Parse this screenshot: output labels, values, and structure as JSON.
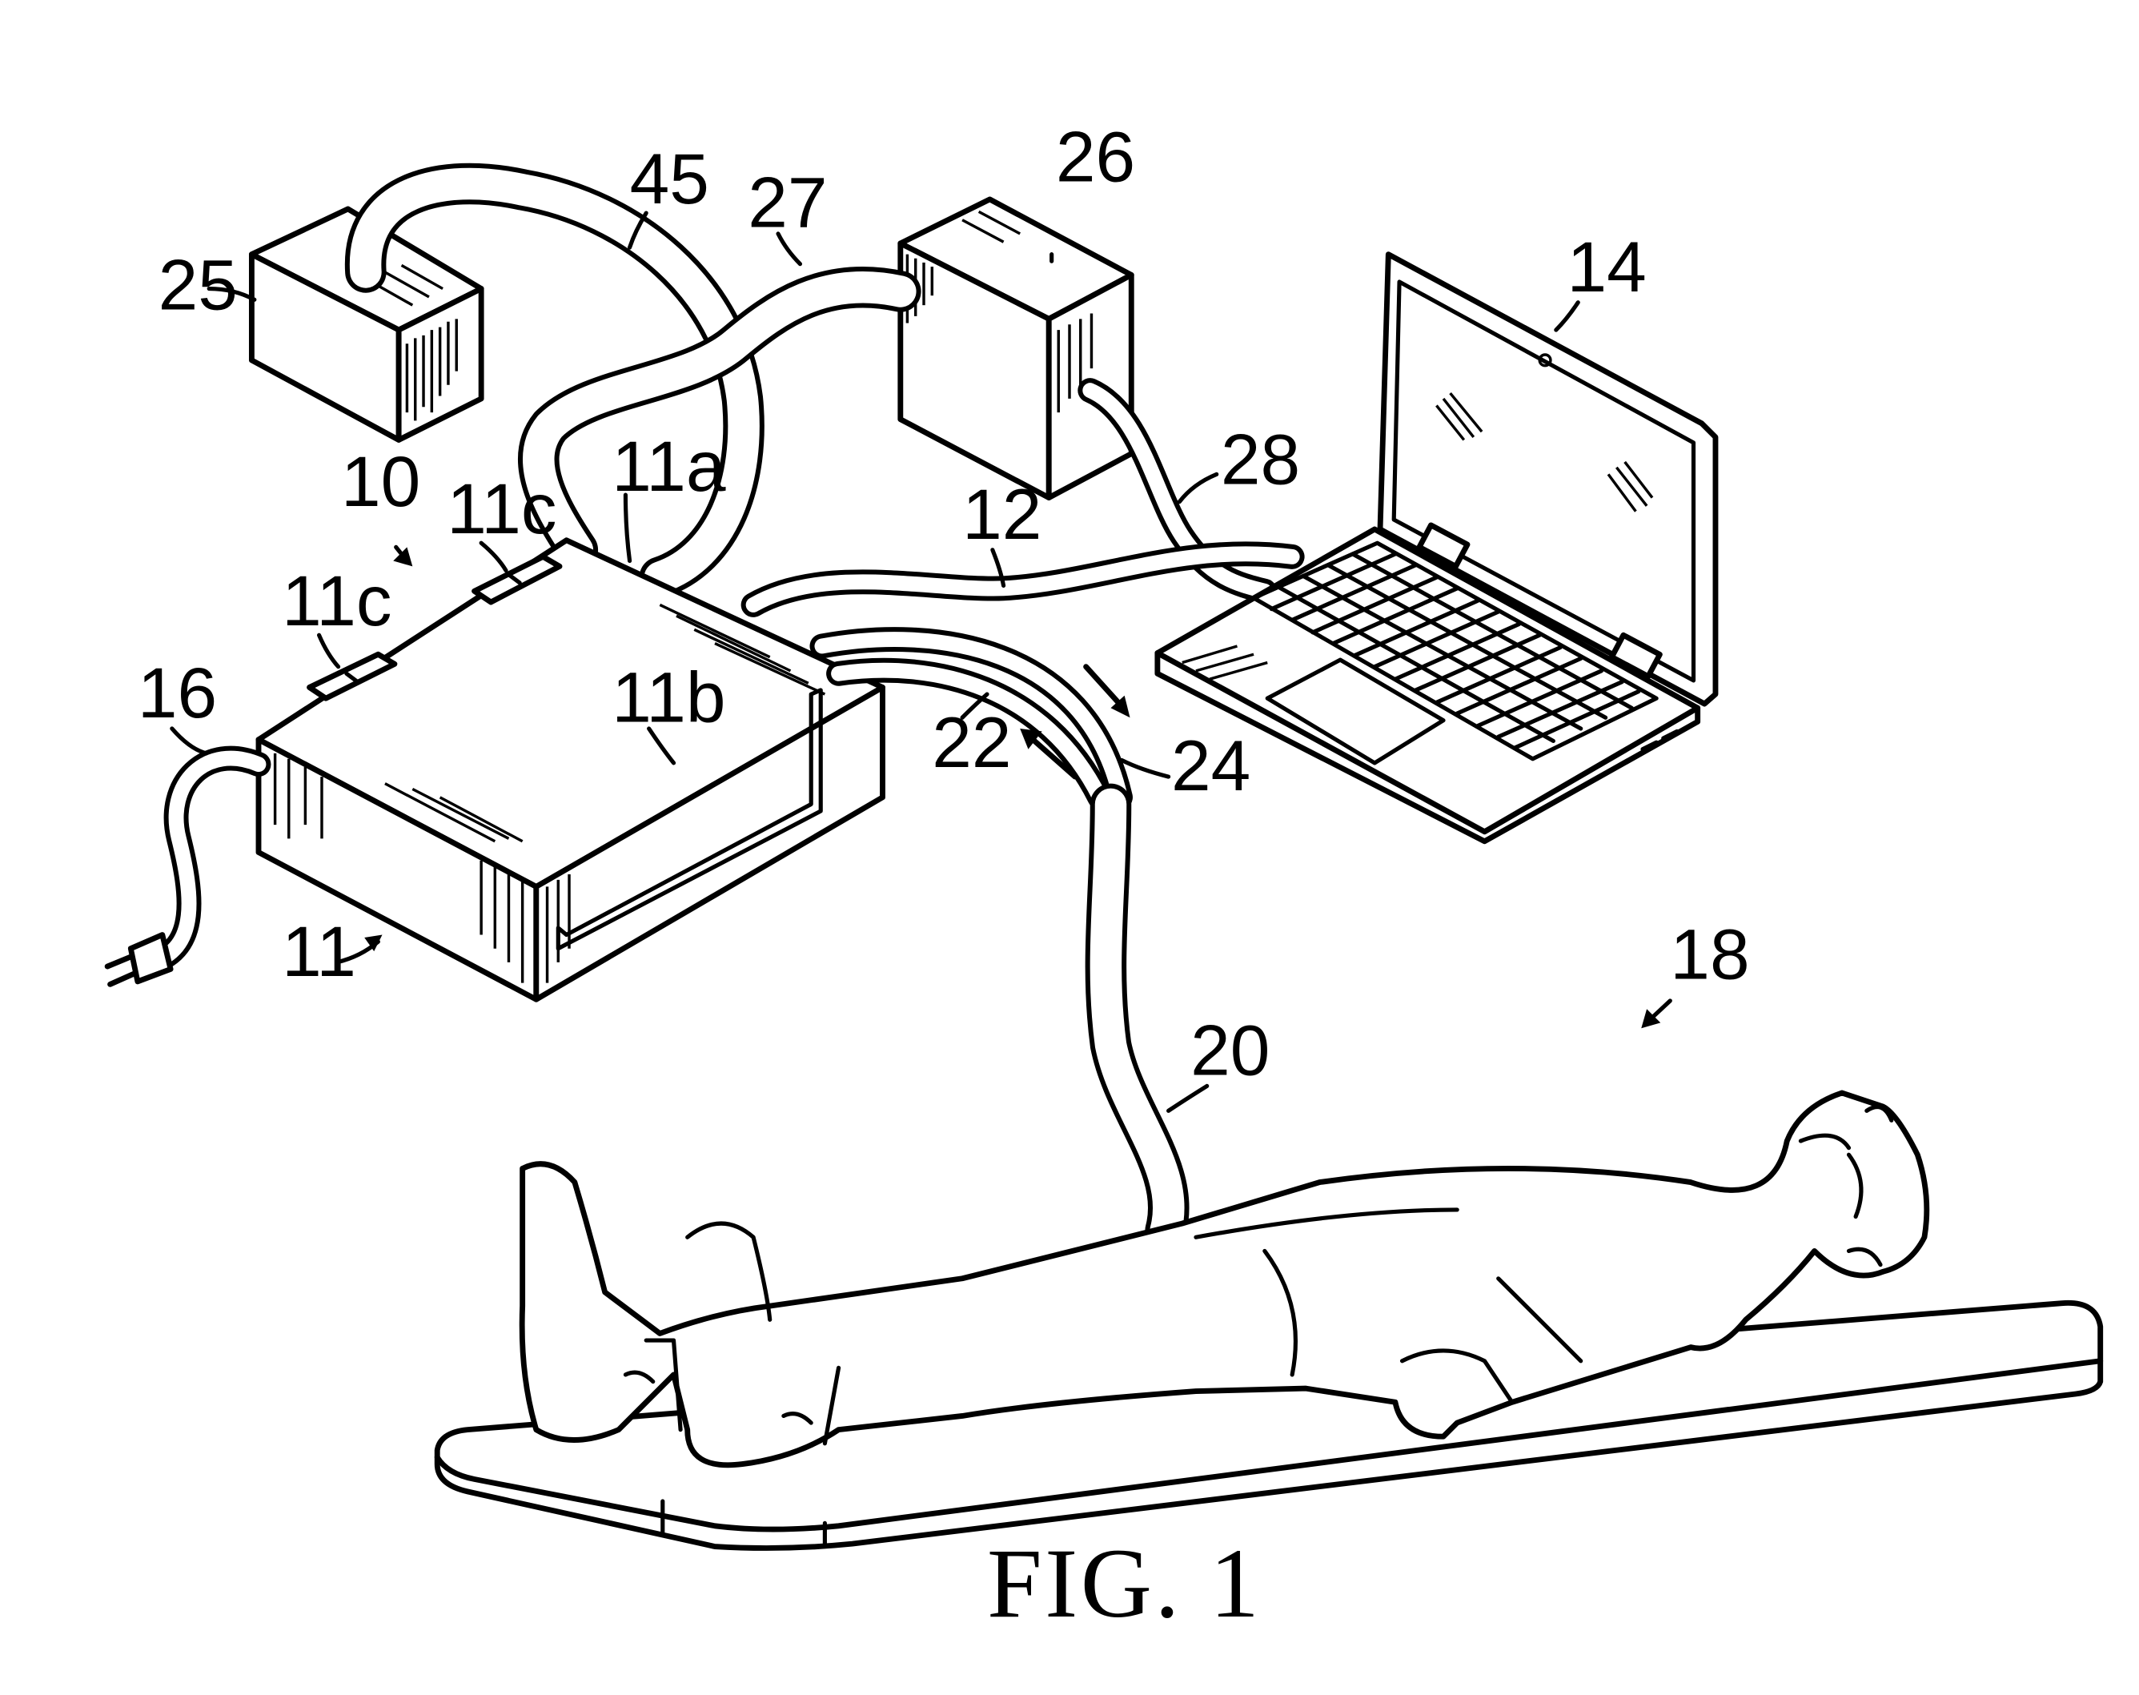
{
  "figure": {
    "caption": "FIG. 1",
    "labels": {
      "l10": "10",
      "l11": "11",
      "l11a": "11a",
      "l11b": "11b",
      "l11c_left": "11c",
      "l11c_right": "11c",
      "l12": "12",
      "l14": "14",
      "l16": "16",
      "l18": "18",
      "l20": "20",
      "l22": "22",
      "l24": "24",
      "l25": "25",
      "l26": "26",
      "l27": "27",
      "l28": "28",
      "l45": "45"
    }
  }
}
